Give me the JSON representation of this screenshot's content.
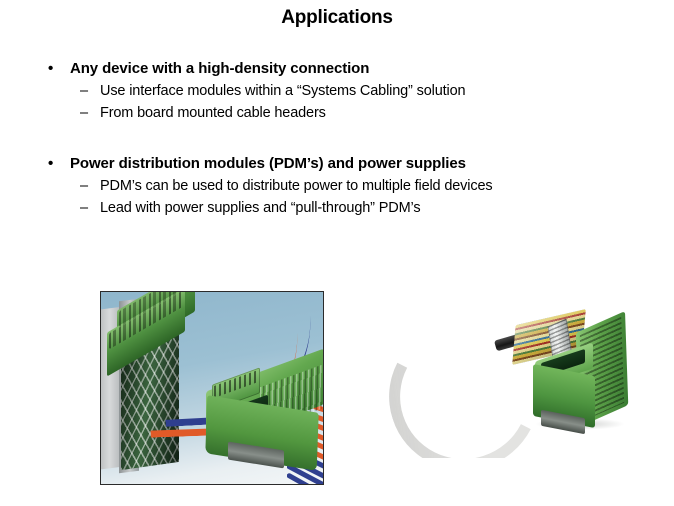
{
  "slide": {
    "title": "Applications",
    "bullet_marker": "•",
    "sub_marker": "–",
    "groups": [
      {
        "heading": "Any device with a high-density  connection",
        "sub_items": [
          "Use interface modules within a “Systems Cabling” solution",
          "From board mounted cable headers"
        ]
      },
      {
        "heading": "Power distribution  modules  (PDM’s) and power supplies",
        "sub_items": [
          "PDM’s can be used to distribute power to multiple field devices",
          "Lead with power supplies and “pull-through” PDM’s"
        ]
      }
    ]
  },
  "images": {
    "left_photo": {
      "caption_alt": "Green interface module on DIN rail with orange and blue wires connected to a power supply and a red/blue ribbon wire bundle",
      "border_color": "#2b2b2b",
      "background_colors": [
        "#8fb6cc",
        "#e9eff2"
      ],
      "connector_green": "#4d8f3f",
      "wire_orange": "#e05a28",
      "wire_blue": "#2f3f8f"
    },
    "right_photo": {
      "caption_alt": "Grey round cable with ribbon cable transition into a green front-adapter module with pin header",
      "cable_grey": "#e3e3e1",
      "connector_green": "#4e9540",
      "ribbon_colors": [
        "#d9c24a",
        "#9f3024",
        "#4d7a3a",
        "#2f6a8f"
      ]
    }
  },
  "theme": {
    "page_background": "#ffffff",
    "text_color": "#000000"
  }
}
